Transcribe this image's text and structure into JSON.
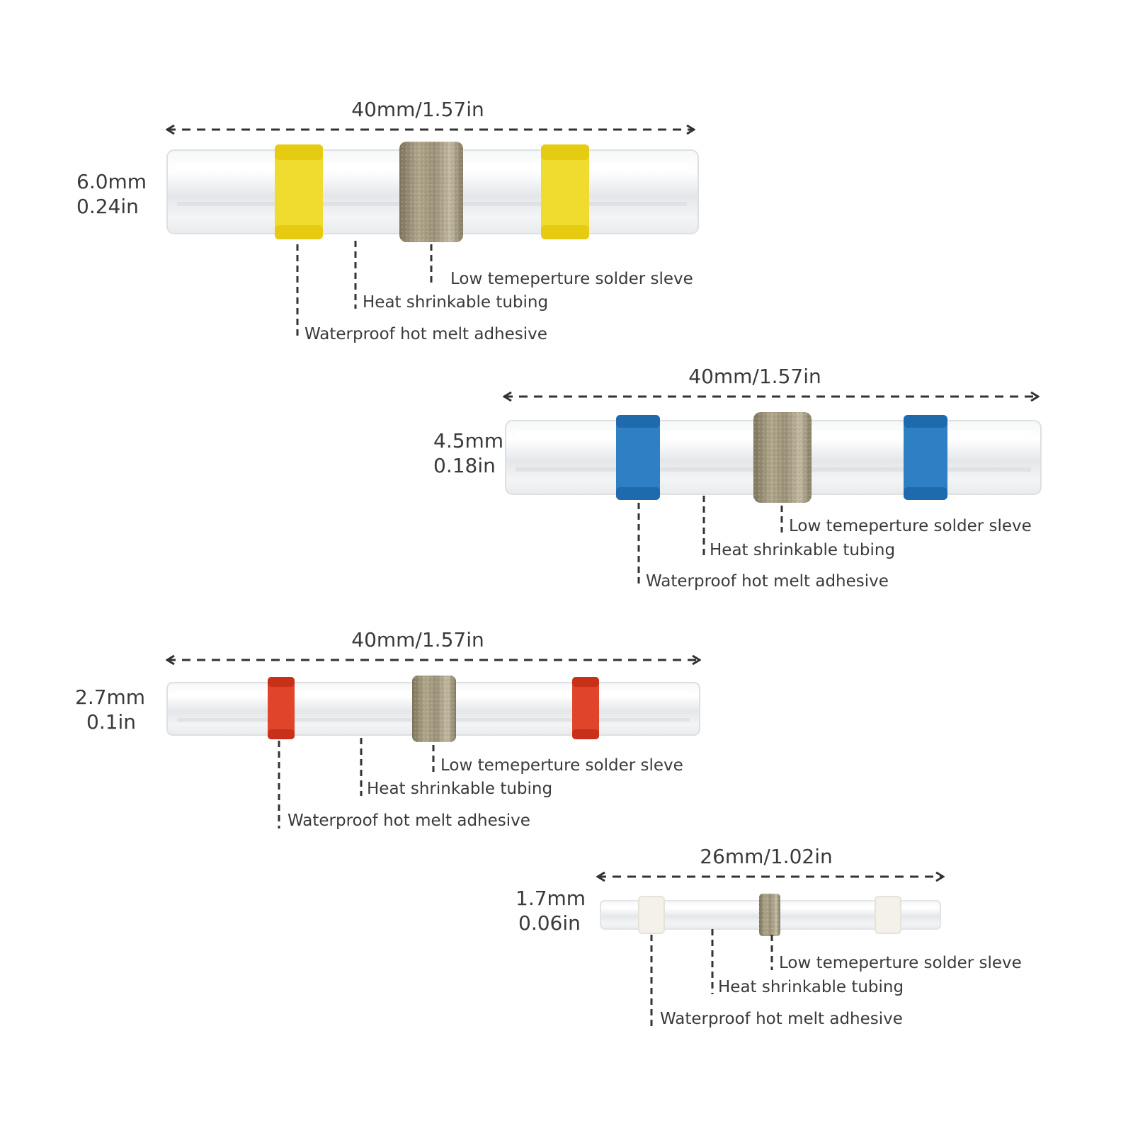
{
  "connectors": [
    {
      "id": "yellow",
      "length_text": "40mm/1.57in",
      "diameter_mm": "6.0mm",
      "diameter_in": "0.24in",
      "band_color": "#f0dc2e",
      "band_color_light": "#f8ee7a",
      "callouts": {
        "solder": "Low temeperture solder sleve",
        "tubing": "Heat shrinkable tubing",
        "adhesive": "Waterproof hot melt adhesive"
      }
    },
    {
      "id": "blue",
      "length_text": "40mm/1.57in",
      "diameter_mm": "4.5mm",
      "diameter_in": "0.18in",
      "band_color": "#2f7fc4",
      "band_color_light": "#5aa2dc",
      "callouts": {
        "solder": "Low temeperture solder sleve",
        "tubing": "Heat shrinkable tubing",
        "adhesive": "Waterproof hot melt adhesive"
      }
    },
    {
      "id": "red",
      "length_text": "40mm/1.57in",
      "diameter_mm": "2.7mm",
      "diameter_in": "0.1in",
      "band_color": "#e0442a",
      "band_color_light": "#f07a5c",
      "callouts": {
        "solder": "Low temeperture solder sleve",
        "tubing": "Heat shrinkable tubing",
        "adhesive": "Waterproof hot melt adhesive"
      }
    },
    {
      "id": "white",
      "length_text": "26mm/1.02in",
      "diameter_mm": "1.7mm",
      "diameter_in": "0.06in",
      "band_color": "#f4f1ea",
      "band_color_light": "#fbfaf6",
      "callouts": {
        "solder": "Low temeperture solder sleve",
        "tubing": "Heat shrinkable tubing",
        "adhesive": "Waterproof hot melt adhesive"
      }
    }
  ],
  "colors": {
    "text": "#3a3a3a",
    "dashed_line": "#333333",
    "tube_fill": "#eef0f2",
    "solder": "#9e9377"
  }
}
